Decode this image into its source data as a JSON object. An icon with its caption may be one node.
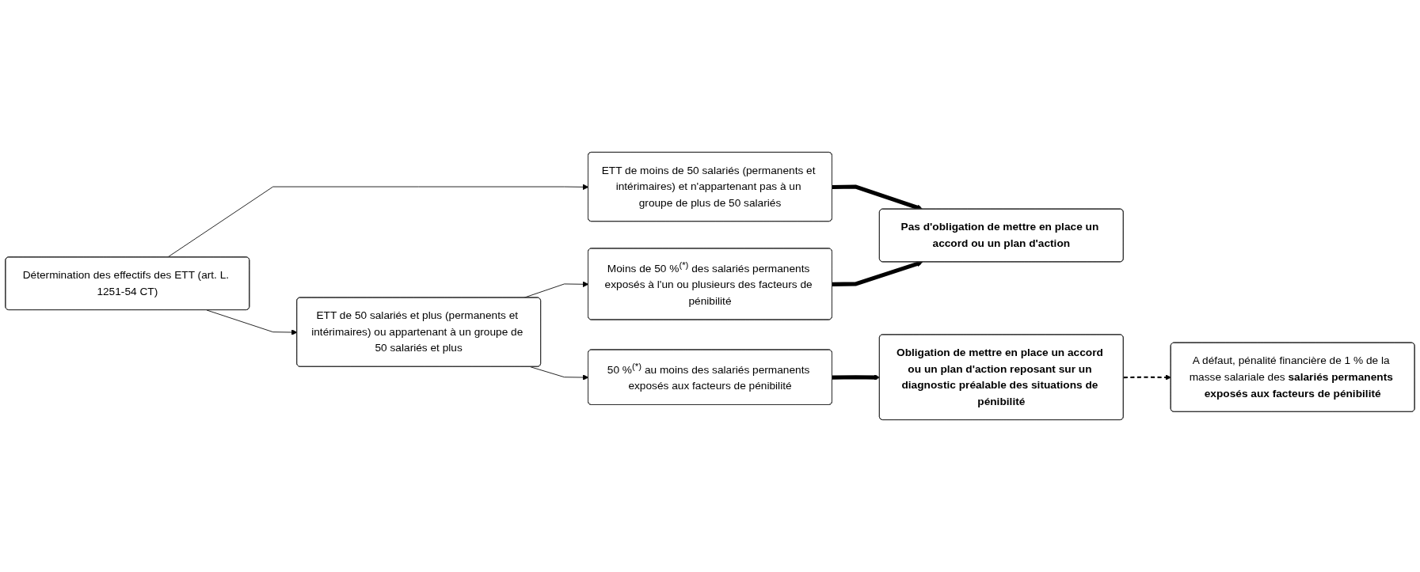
{
  "diagram": {
    "nodes": [
      {
        "text": [
          "Détermination des effectifs des ETT (art. L. 1251-54 CT)"
        ]
      },
      {
        "text": [
          "ETT de moins de 50 salariés (permanents et intérimaires) et n'appartenant pas à un groupe de plus de 50 salariés"
        ]
      },
      {
        "text": [
          "ETT de 50 salariés et plus (permanents et intérimaires) ou appartenant à un groupe de 50 salariés et plus"
        ]
      },
      {
        "text": [
          "Pas d'obligation de mettre en place un accord ou un plan d'action"
        ]
      },
      {
        "text": [
          "Moins de 50 %$^{(*)}$ des salariés permanents exposés à l'un ou plusieurs des facteurs de pénibilité"
        ]
      },
      {
        "text": [
          "50 %$^{(*)}$ au moins des salariés permanents exposés aux facteurs de pénibilité"
        ]
      },
      {
        "text": [
          "Obligation de mettre en place un accord ou un plan d'action reposant sur un diagnostic préalable des situations de pénibilité"
        ]
      },
      {
        "text": [
          "A défaut, pénalité financière de 1 % de la masse salariale des **salariés permanents exposés aux facteurs de pénibilité**"
        ]
      }
    ],
    "edges": [
      {
        "from": 0,
        "to": 1,
        "arrow": "to"
      },
      {
        "from": 0,
        "to": 2,
        "arrow": "to"
      },
      {
        "from": 1,
        "to": 3,
        "arrow": "to",
        "style": "thick"
      },
      {
        "from": 2,
        "to": 4,
        "arrow": "to"
      },
      {
        "from": 2,
        "to": 5,
        "arrow": "to"
      },
      {
        "from": 4,
        "to": 3,
        "arrow": "to",
        "style": "thick"
      },
      {
        "from": 5,
        "to": 6,
        "arrow": "to",
        "style": "thick"
      },
      {
        "from": 6,
        "to": 7,
        "arrow": "to",
        "style": "dashed"
      }
    ]
  }
}
